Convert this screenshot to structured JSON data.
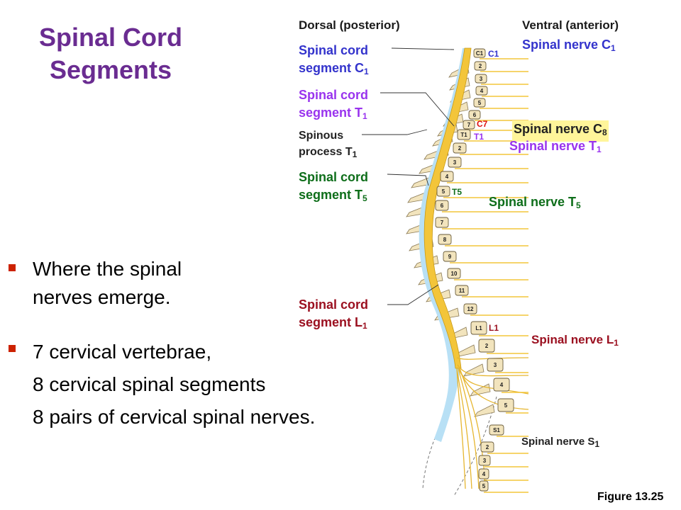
{
  "slide": {
    "title_line1": "Spinal Cord",
    "title_line2": "Segments",
    "bullets": [
      {
        "lines": [
          "Where the spinal",
          "nerves emerge."
        ]
      },
      {
        "lines": [
          "7 cervical vertebrae,",
          "8 cervical spinal segments",
          "8 pairs of cervical spinal nerves."
        ]
      }
    ],
    "figure_ref": "Figure 13.25"
  },
  "diagram": {
    "header_dorsal": "Dorsal (posterior)",
    "header_ventral": "Ventral (anterior)",
    "labels": {
      "cord_c1": {
        "l1": "Spinal cord",
        "l2": "segment C",
        "sub": "1"
      },
      "cord_t1": {
        "l1": "Spinal cord",
        "l2": "segment T",
        "sub": "1"
      },
      "spinous_t1": {
        "l1": "Spinous",
        "l2": "process T",
        "sub": "1"
      },
      "cord_t5": {
        "l1": "Spinal cord",
        "l2": "segment T",
        "sub": "5"
      },
      "cord_l1": {
        "l1": "Spinal cord",
        "l2": "segment L",
        "sub": "1"
      },
      "nerve_c1": {
        "text": "Spinal nerve C",
        "sub": "1"
      },
      "nerve_c8": {
        "text": "Spinal nerve C",
        "sub": "8"
      },
      "nerve_t1": {
        "text": "Spinal nerve T",
        "sub": "1"
      },
      "nerve_t5": {
        "text": "Spinal nerve T",
        "sub": "5"
      },
      "nerve_l1": {
        "text": "Spinal nerve L",
        "sub": "1"
      },
      "nerve_s1": {
        "text": "Spinal nerve S",
        "sub": "1"
      }
    },
    "level_tags": {
      "c1": "C1",
      "c7": "C7",
      "t1": "T1",
      "t5": "T5",
      "l1": "L1"
    },
    "vertebra_numbers": [
      "C1",
      "2",
      "3",
      "4",
      "5",
      "6",
      "7",
      "T1",
      "2",
      "3",
      "4",
      "5",
      "6",
      "7",
      "8",
      "9",
      "10",
      "11",
      "12",
      "L1",
      "2",
      "3",
      "4",
      "5",
      "S1",
      "2",
      "3",
      "4",
      "5"
    ],
    "colors": {
      "title": "#6a2c91",
      "bullet": "#cc2200",
      "blue": "#3333cc",
      "purple": "#9933ee",
      "green": "#0e6e1a",
      "maroon": "#9b1020",
      "red": "#dd1111",
      "cord": "#f3c53a",
      "csf": "#b8e0f5",
      "bone": "#f2e4bd",
      "highlight": "#fff59a"
    }
  }
}
